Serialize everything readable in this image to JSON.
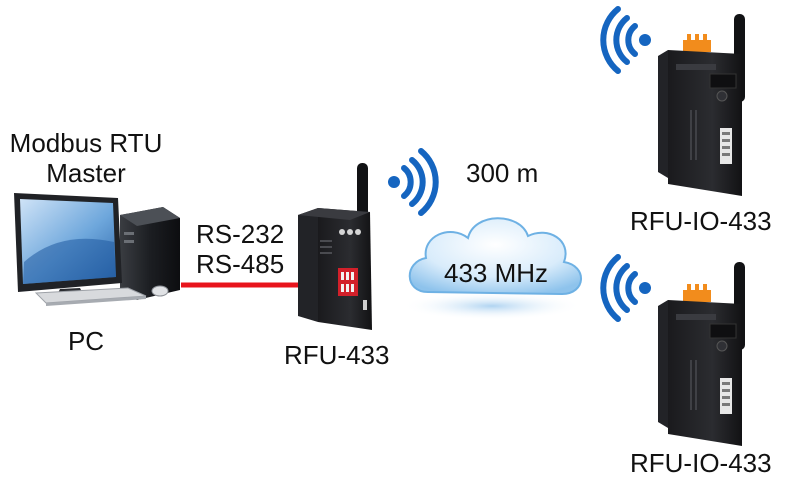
{
  "master": {
    "title_line1": "Modbus RTU",
    "title_line2": "Master",
    "pc_label": "PC",
    "device_icon": "desktop-pc-icon"
  },
  "link": {
    "label_line1": "RS-232",
    "label_line2": "RS-485",
    "line_color": "#e8141c"
  },
  "gateway": {
    "label": "RFU-433",
    "device_icon": "rfu-433-module-icon"
  },
  "wireless": {
    "range": "300 m",
    "frequency": "433 MHz",
    "cloud_icon": "cloud-icon",
    "signal_icon": "wifi-signal-icon",
    "signal_color": "#1565c0"
  },
  "remote_units": [
    {
      "label": "RFU-IO-433",
      "device_icon": "rfu-io-433-module-icon"
    },
    {
      "label": "RFU-IO-433",
      "device_icon": "rfu-io-433-module-icon"
    }
  ]
}
